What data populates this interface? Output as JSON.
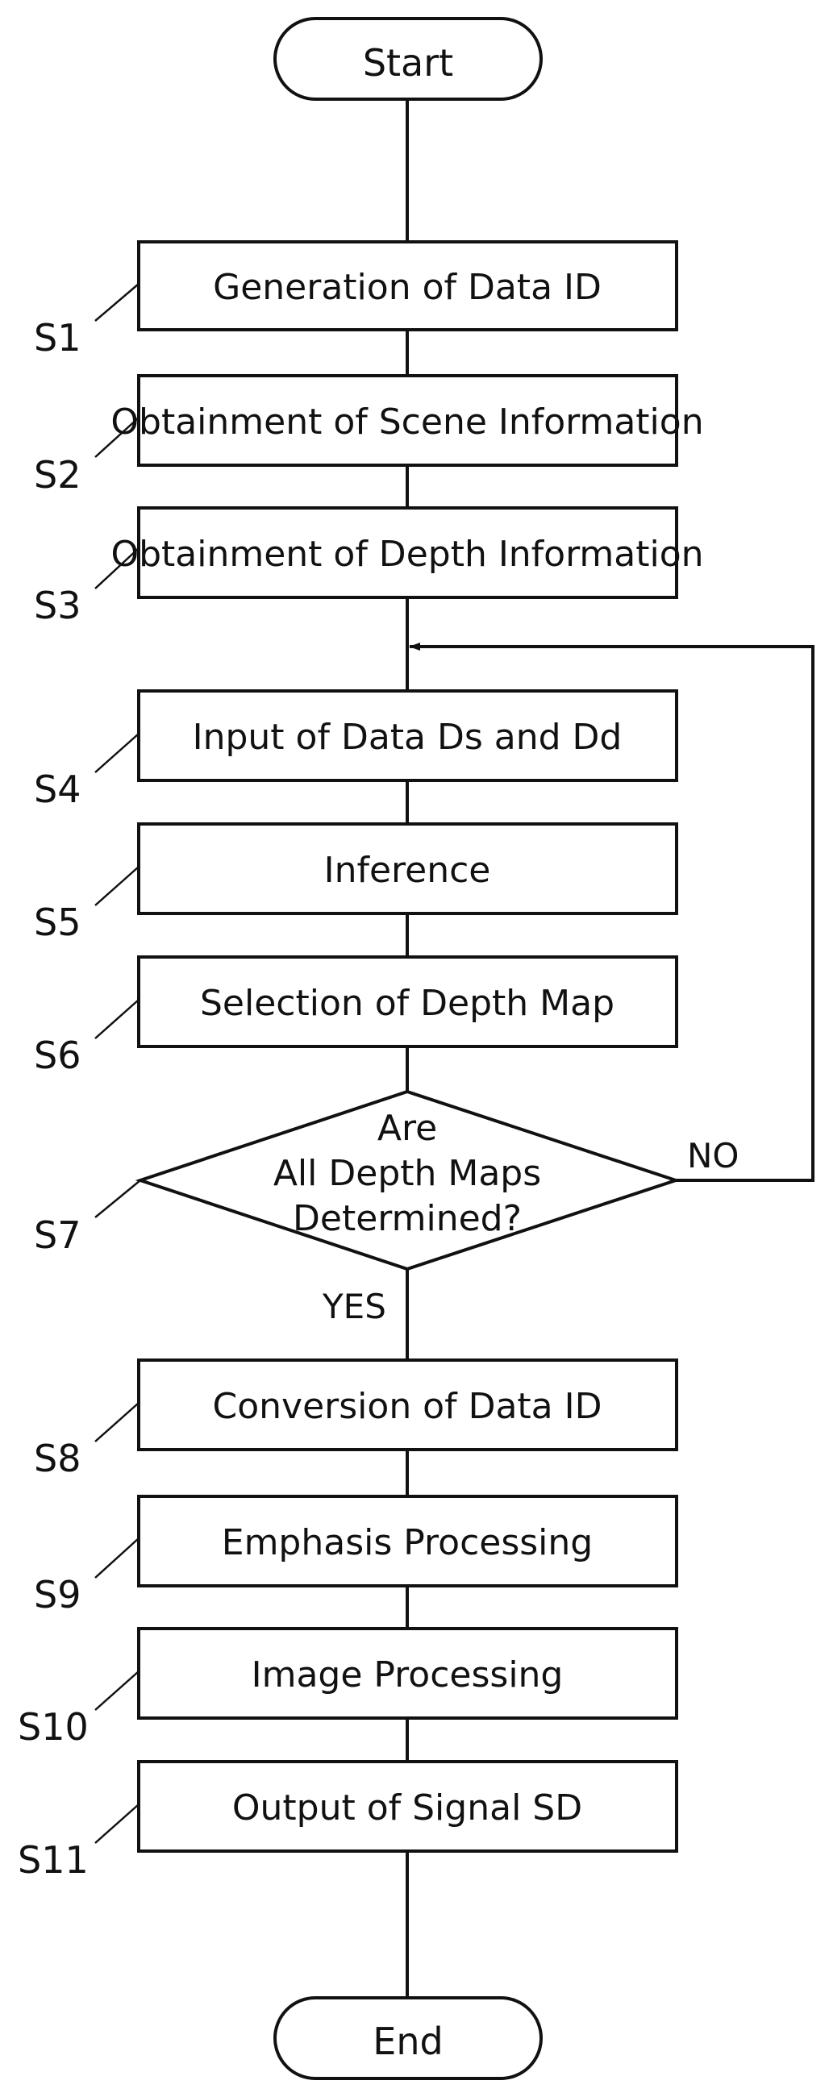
{
  "terminals": {
    "start": "Start",
    "end": "End"
  },
  "steps": [
    {
      "id": "S1",
      "label": "Generation of Data ID"
    },
    {
      "id": "S2",
      "label": "Obtainment of Scene Information"
    },
    {
      "id": "S3",
      "label": "Obtainment of Depth Information"
    },
    {
      "id": "S4",
      "label": "Input of Data Ds and Dd"
    },
    {
      "id": "S5",
      "label": "Inference"
    },
    {
      "id": "S6",
      "label": "Selection of Depth Map"
    },
    {
      "id": "S8",
      "label": "Conversion of Data ID"
    },
    {
      "id": "S9",
      "label": "Emphasis Processing"
    },
    {
      "id": "S10",
      "label": "Image Processing"
    },
    {
      "id": "S11",
      "label": "Output of Signal SD"
    }
  ],
  "decision": {
    "id": "S7",
    "lines": [
      "Are",
      "All Depth Maps",
      "Determined?"
    ],
    "yes_label": "YES",
    "no_label": "NO"
  }
}
